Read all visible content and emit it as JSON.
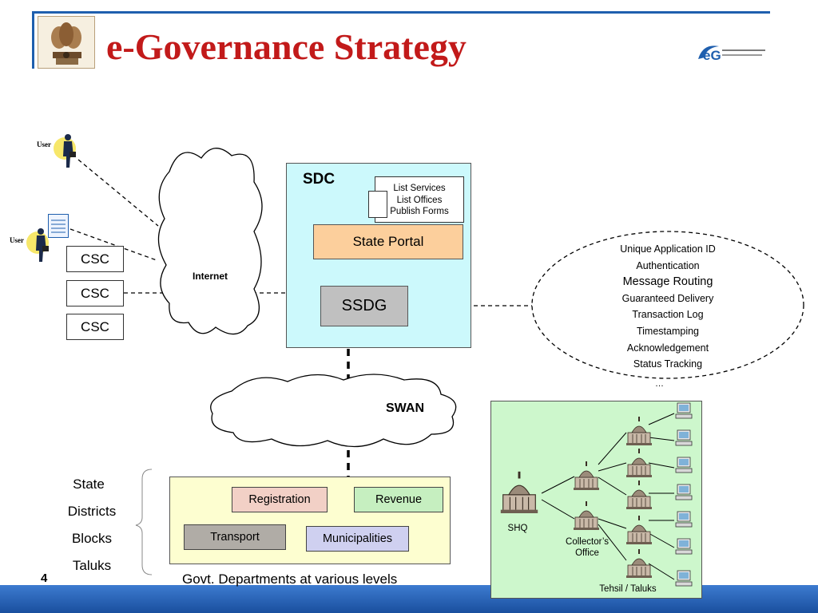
{
  "header": {
    "title": "e-Governance Strategy"
  },
  "users": {
    "label": "User"
  },
  "csc": [
    "CSC",
    "CSC",
    "CSC"
  ],
  "internet": {
    "label": "Internet"
  },
  "sdc": {
    "label": "SDC",
    "services": [
      "List Services",
      "List Offices",
      "Publish Forms"
    ],
    "state_portal": "State Portal",
    "ssdg": "SSDG"
  },
  "ssdg_functions": {
    "items": [
      "Unique Application ID",
      "Authentication",
      "Message Routing",
      "Guaranteed Delivery",
      "Transaction Log",
      "Timestamping",
      "Acknowledgement",
      "Status Tracking"
    ],
    "more": "…"
  },
  "swan": {
    "label": "SWAN"
  },
  "levels": [
    "State",
    "Districts",
    "Blocks",
    "Taluks"
  ],
  "departments": {
    "registration": "Registration",
    "revenue": "Revenue",
    "transport": "Transport",
    "municipalities": "Municipalities",
    "caption": "Govt. Departments at various levels"
  },
  "hierarchy": {
    "shq": "SHQ",
    "collector_line1": "Collector’s",
    "collector_line2": "Office",
    "tehsil": "Tehsil / Taluks"
  },
  "footer": {
    "page_number": "4"
  },
  "colors": {
    "title": "#c21a1a",
    "header_line": "#1f5fae",
    "sdc_fill": "#ccf9fc",
    "portal_fill": "#fccf9c",
    "ssdg_fill": "#c0c0c0",
    "govt_fill": "#fdfed0",
    "hierarchy_fill": "#cdf7cc",
    "registration_fill": "#f2d0c6",
    "revenue_fill": "#c6efc0",
    "transport_fill": "#b0aca6",
    "municipalities_fill": "#cfd0f0"
  },
  "icons": {
    "emblem": "national-emblem-icon",
    "eg_logo": "egov-logo-icon",
    "user": "businessman-user-icon",
    "building": "government-building-icon",
    "computer": "desktop-computer-icon"
  }
}
